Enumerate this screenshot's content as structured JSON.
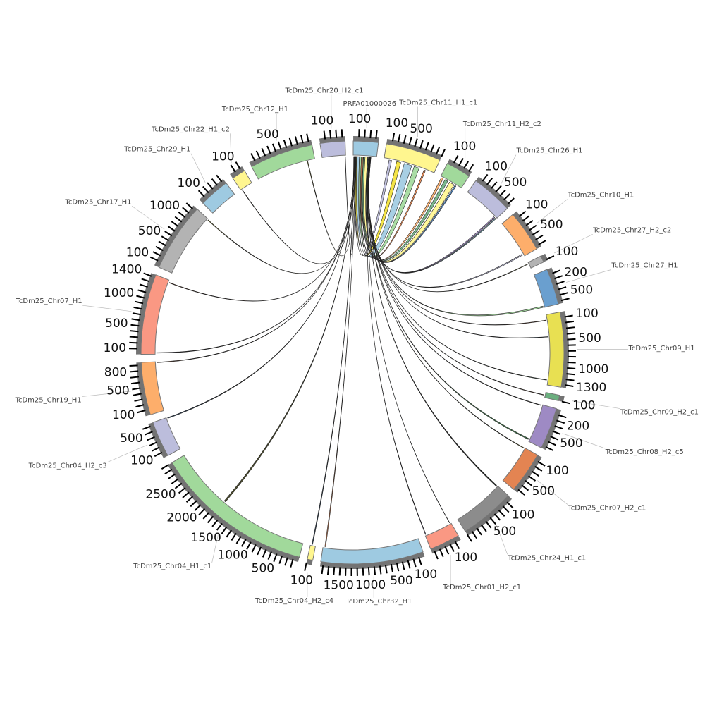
{
  "diagram": {
    "type": "circos",
    "tick_interval": 100,
    "tick_band_color": "#737373",
    "segments": [
      {
        "name": "PRFA01000026",
        "length": 450,
        "color": "#9ecae1"
      },
      {
        "name": "TcDm25_Chr11_H1_c1",
        "length": 1000,
        "color": "#fff68f"
      },
      {
        "name": "TcDm25_Chr11_H2_c2",
        "length": 450,
        "color": "#a1d99b"
      },
      {
        "name": "TcDm25_Chr26_H1",
        "length": 750,
        "color": "#bcbddc"
      },
      {
        "name": "TcDm25_Chr10_H1",
        "length": 750,
        "color": "#fdae6b"
      },
      {
        "name": "TcDm25_Chr27_H2_c2",
        "length": 120,
        "color": "#b3b3b3"
      },
      {
        "name": "TcDm25_Chr27_H1",
        "length": 650,
        "color": "#6a9fcf"
      },
      {
        "name": "TcDm25_Chr09_H1",
        "length": 1350,
        "color": "#e8e052"
      },
      {
        "name": "TcDm25_Chr09_H2_c1",
        "length": 100,
        "color": "#6baf7f"
      },
      {
        "name": "TcDm25_Chr08_H2_c5",
        "length": 750,
        "color": "#9e8ac4"
      },
      {
        "name": "TcDm25_Chr07_H2_c1",
        "length": 750,
        "color": "#e38452"
      },
      {
        "name": "TcDm25_Chr24_H1_c1",
        "length": 1000,
        "color": "#8c8c8c"
      },
      {
        "name": "TcDm25_Chr01_H2_c1",
        "length": 550,
        "color": "#fa9883"
      },
      {
        "name": "TcDm25_Chr32_H1",
        "length": 1850,
        "color": "#9ecae1"
      },
      {
        "name": "TcDm25_Chr04_H2_c4",
        "length": 100,
        "color": "#fff68f"
      },
      {
        "name": "TcDm25_Chr04_H1_c1",
        "length": 2900,
        "color": "#a1d99b"
      },
      {
        "name": "TcDm25_Chr04_H2_c3",
        "length": 650,
        "color": "#bcbddc"
      },
      {
        "name": "TcDm25_Chr19_H1",
        "length": 950,
        "color": "#fdae6b"
      },
      {
        "name": "TcDm25_Chr07_H1",
        "length": 1450,
        "color": "#fa9883"
      },
      {
        "name": "TcDm25_Chr17_H1",
        "length": 1250,
        "color": "#b3b3b3"
      },
      {
        "name": "TcDm25_Chr29_H1",
        "length": 550,
        "color": "#9ecae1"
      },
      {
        "name": "TcDm25_Chr22_H1_c2",
        "length": 250,
        "color": "#fff68f"
      },
      {
        "name": "TcDm25_Chr12_H1",
        "length": 1150,
        "color": "#a1d99b"
      },
      {
        "name": "TcDm25_Chr20_H2_c1",
        "length": 450,
        "color": "#bcbddc"
      }
    ],
    "links": [
      {
        "from": [
          0,
          20,
          40
        ],
        "to": [
          1,
          100,
          150
        ],
        "color": "#bcbddc"
      },
      {
        "from": [
          0,
          40,
          70
        ],
        "to": [
          1,
          250,
          330
        ],
        "color": "#f2e034"
      },
      {
        "from": [
          0,
          70,
          120
        ],
        "to": [
          1,
          400,
          550
        ],
        "color": "#9ecae1"
      },
      {
        "from": [
          0,
          120,
          160
        ],
        "to": [
          1,
          600,
          700
        ],
        "color": "#a1d99b"
      },
      {
        "from": [
          0,
          160,
          178
        ],
        "to": [
          1,
          800,
          830
        ],
        "color": "#f08a50"
      },
      {
        "from": [
          0,
          180,
          195
        ],
        "to": [
          2,
          20,
          60
        ],
        "color": "#fdae6b"
      },
      {
        "from": [
          0,
          200,
          230
        ],
        "to": [
          2,
          100,
          160
        ],
        "color": "#6baf7f"
      },
      {
        "from": [
          0,
          230,
          280
        ],
        "to": [
          2,
          200,
          300
        ],
        "color": "#fff68f"
      },
      {
        "from": [
          0,
          282,
          292
        ],
        "to": [
          2,
          320,
          345
        ],
        "color": "#4a86c5"
      },
      {
        "from": [
          0,
          300,
          306
        ],
        "to": [
          3,
          690,
          715
        ],
        "color": "#9e8ac4"
      },
      {
        "from": [
          0,
          306,
          309
        ],
        "to": [
          3,
          730,
          745
        ],
        "color": "#7ec4df"
      },
      {
        "from": [
          0,
          310,
          312
        ],
        "to": [
          4,
          700,
          720
        ],
        "color": "#bcbddc"
      },
      {
        "from": [
          0,
          312,
          314
        ],
        "to": [
          5,
          20,
          30
        ],
        "color": "#fff68f"
      },
      {
        "from": [
          0,
          315,
          317
        ],
        "to": [
          6,
          620,
          645
        ],
        "color": "#a1d99b"
      },
      {
        "from": [
          0,
          318,
          319
        ],
        "to": [
          7,
          100,
          110
        ],
        "color": "#a0522d"
      },
      {
        "from": [
          0,
          320,
          321
        ],
        "to": [
          7,
          420,
          430
        ],
        "color": "#6a9fcf"
      },
      {
        "from": [
          0,
          322,
          323
        ],
        "to": [
          7,
          1250,
          1260
        ],
        "color": "#6baf7f"
      },
      {
        "from": [
          0,
          324,
          325
        ],
        "to": [
          8,
          50,
          60
        ],
        "color": "#e38452"
      },
      {
        "from": [
          0,
          326,
          327
        ],
        "to": [
          9,
          10,
          20
        ],
        "color": "#737373"
      },
      {
        "from": [
          0,
          328,
          330
        ],
        "to": [
          9,
          700,
          720
        ],
        "color": "#2e6b3a"
      },
      {
        "from": [
          0,
          331,
          333
        ],
        "to": [
          10,
          5,
          15
        ],
        "color": "#f2e034"
      },
      {
        "from": [
          0,
          334,
          336
        ],
        "to": [
          11,
          5,
          15
        ],
        "color": "#6baf7f"
      },
      {
        "from": [
          0,
          337,
          338
        ],
        "to": [
          11,
          20,
          25
        ],
        "color": "#333333"
      },
      {
        "from": [
          0,
          339,
          340
        ],
        "to": [
          12,
          20,
          25
        ],
        "color": "#4a86c5"
      },
      {
        "from": [
          0,
          341,
          342
        ],
        "to": [
          12,
          530,
          540
        ],
        "color": "#6a5a9c"
      },
      {
        "from": [
          0,
          10,
          14
        ],
        "to": [
          14,
          60,
          75
        ],
        "color": "#1f3550"
      },
      {
        "from": [
          0,
          44,
          46
        ],
        "to": [
          13,
          1800,
          1815
        ],
        "color": "#e38452"
      },
      {
        "from": [
          0,
          15,
          18
        ],
        "to": [
          15,
          1700,
          1730
        ],
        "color": "#3b3b1a"
      },
      {
        "from": [
          0,
          24,
          26
        ],
        "to": [
          16,
          630,
          645
        ],
        "color": "#1f3550"
      },
      {
        "from": [
          0,
          30,
          31
        ],
        "to": [
          17,
          930,
          940
        ],
        "color": "#a0522d"
      },
      {
        "from": [
          0,
          34,
          35
        ],
        "to": [
          18,
          20,
          30
        ],
        "color": "#6a5a9c"
      },
      {
        "from": [
          0,
          36,
          37
        ],
        "to": [
          18,
          1400,
          1410
        ],
        "color": "#a0522d"
      },
      {
        "from": [
          0,
          48,
          49
        ],
        "to": [
          19,
          1230,
          1240
        ],
        "color": "#f2e034"
      },
      {
        "from": [
          0,
          52,
          53
        ],
        "to": [
          21,
          20,
          28
        ],
        "color": "#e38452"
      },
      {
        "from": [
          0,
          55,
          56
        ],
        "to": [
          22,
          1000,
          1010
        ],
        "color": "#f2e034"
      },
      {
        "from": [
          0,
          58,
          59
        ],
        "to": [
          23,
          440,
          445
        ],
        "color": "#333333"
      }
    ]
  }
}
